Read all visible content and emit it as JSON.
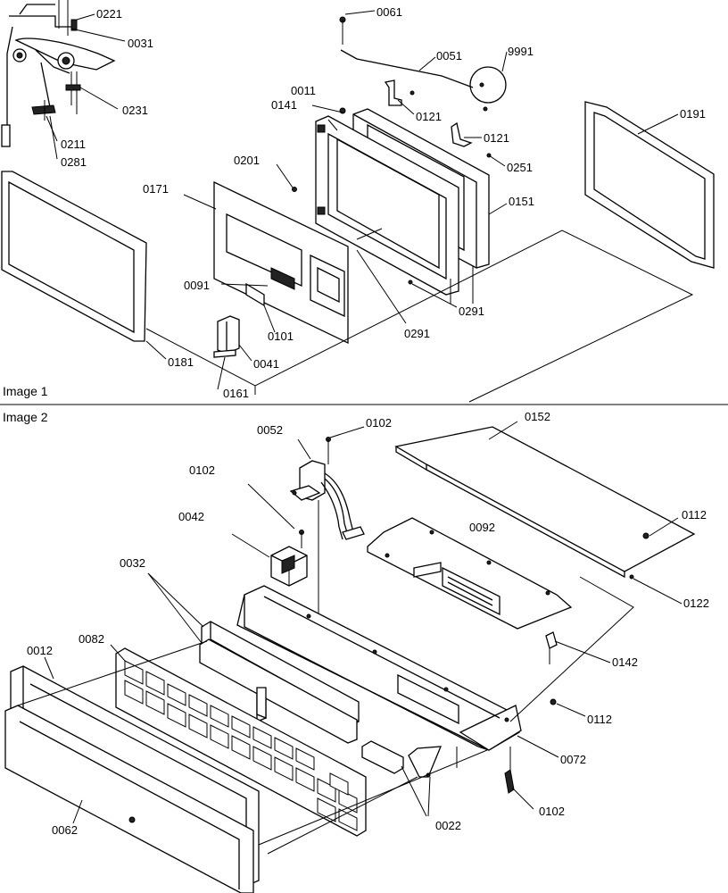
{
  "image1": {
    "caption": "Image 1",
    "labels": {
      "p0221": "0221",
      "p0031": "0031",
      "p0231": "0231",
      "p0211": "0211",
      "p0281": "0281",
      "p0061": "0061",
      "p0051": "0051",
      "p9991": "9991",
      "p0011": "0011",
      "p0141": "0141",
      "p0121a": "0121",
      "p0121b": "0121",
      "p0191": "0191",
      "p0201": "0201",
      "p0251": "0251",
      "p0171": "0171",
      "p0151": "0151",
      "p0091": "0091",
      "p0291a": "0291",
      "p0291b": "0291",
      "p0101": "0101",
      "p0041": "0041",
      "p0181": "0181",
      "p0161": "0161"
    }
  },
  "image2": {
    "caption": "Image 2",
    "labels": {
      "p0052": "0052",
      "p0102a": "0102",
      "p0152": "0152",
      "p0102b": "0102",
      "p0042": "0042",
      "p0092": "0092",
      "p0112a": "0112",
      "p0032": "0032",
      "p0122": "0122",
      "p0082": "0082",
      "p0012": "0012",
      "p0142": "0142",
      "p0112b": "0112",
      "p0072": "0072",
      "p0102c": "0102",
      "p0022": "0022",
      "p0062": "0062"
    }
  }
}
